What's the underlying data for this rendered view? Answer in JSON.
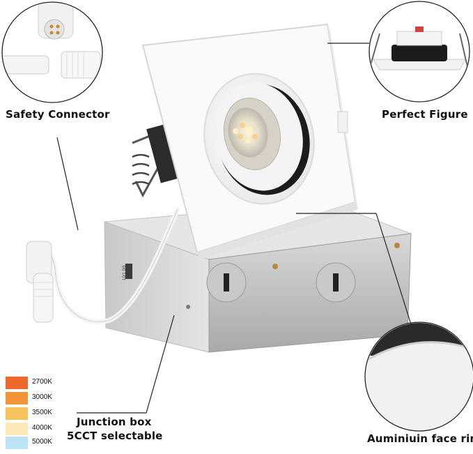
{
  "callouts": {
    "safety_connector": "Safety Connector",
    "perfect_figure": "Perfect Figure",
    "junction_box_line1": "Junction box",
    "junction_box_line2": "5CCT selectable",
    "face_ring": "Auminiuin face ring"
  },
  "cct_scale": [
    {
      "label": "2700K",
      "color": "#ec6a2c"
    },
    {
      "label": "3000K",
      "color": "#f2953a"
    },
    {
      "label": "3500K",
      "color": "#f7c35c"
    },
    {
      "label": "4000K",
      "color": "#fbe9b8"
    },
    {
      "label": "5000K",
      "color": "#bde3f6"
    }
  ],
  "box_label": "10/1 0/5"
}
